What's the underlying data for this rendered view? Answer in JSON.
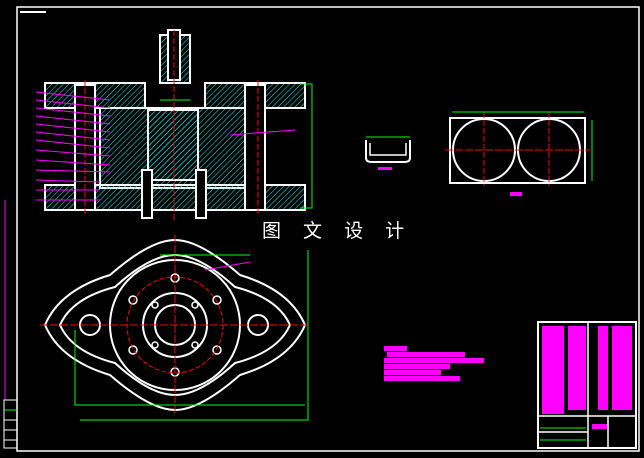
{
  "drawing": {
    "watermark": "图 文 设 计",
    "colors": {
      "background": "#000000",
      "outline": "#ffffff",
      "hatch": "#00ffff",
      "annotation": "#ff00ff",
      "dimension": "#00ff00",
      "centerline": "#ff0000"
    },
    "views": [
      "section-view",
      "plan-view",
      "part-detail-u",
      "part-detail-double-circle"
    ],
    "notes_lines": 6
  }
}
